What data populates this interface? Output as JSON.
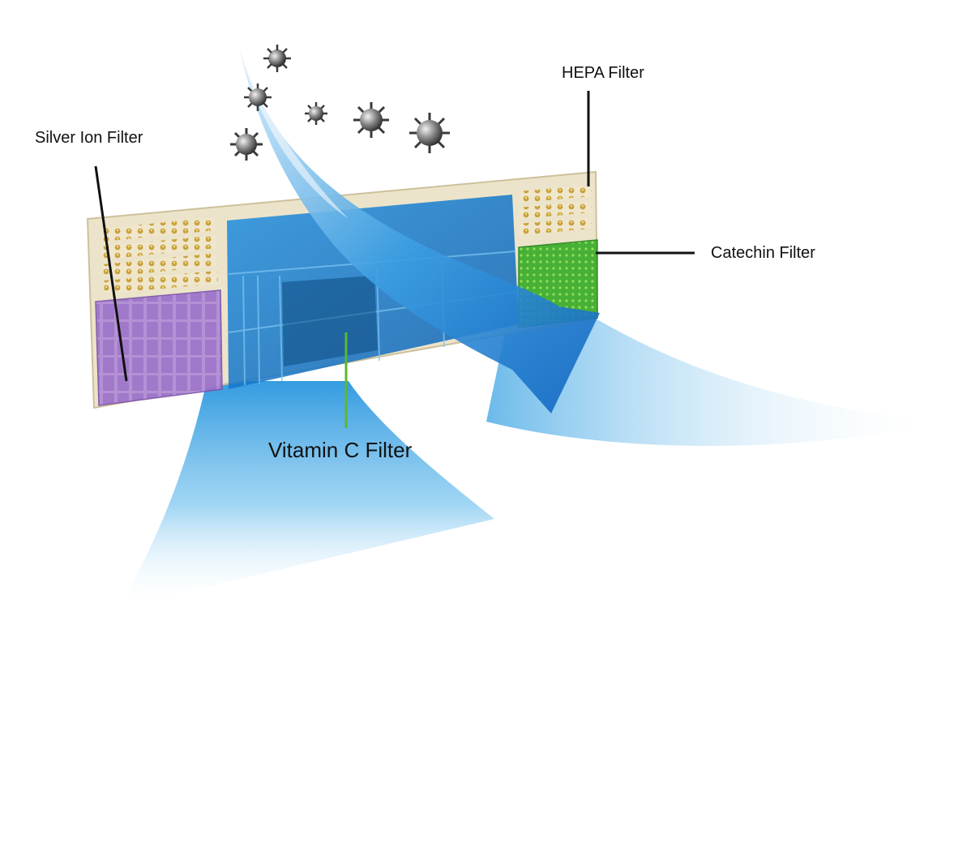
{
  "labels": {
    "silver_ion": "Silver Ion Filter",
    "hepa": "HEPA Filter",
    "catechin": "Catechin Filter",
    "vitamin_c": "Vitamin C Filter"
  },
  "colors": {
    "silver_ion": "#a77fd0",
    "catechin": "#4fb83a",
    "vitamin_c_leader": "#5cb82e",
    "airflow": "#1a8fd8",
    "frame": "#ece3c8",
    "leader": "#111111"
  },
  "icons": [
    "dust-particle-icon",
    "airflow-arrow-icon"
  ]
}
